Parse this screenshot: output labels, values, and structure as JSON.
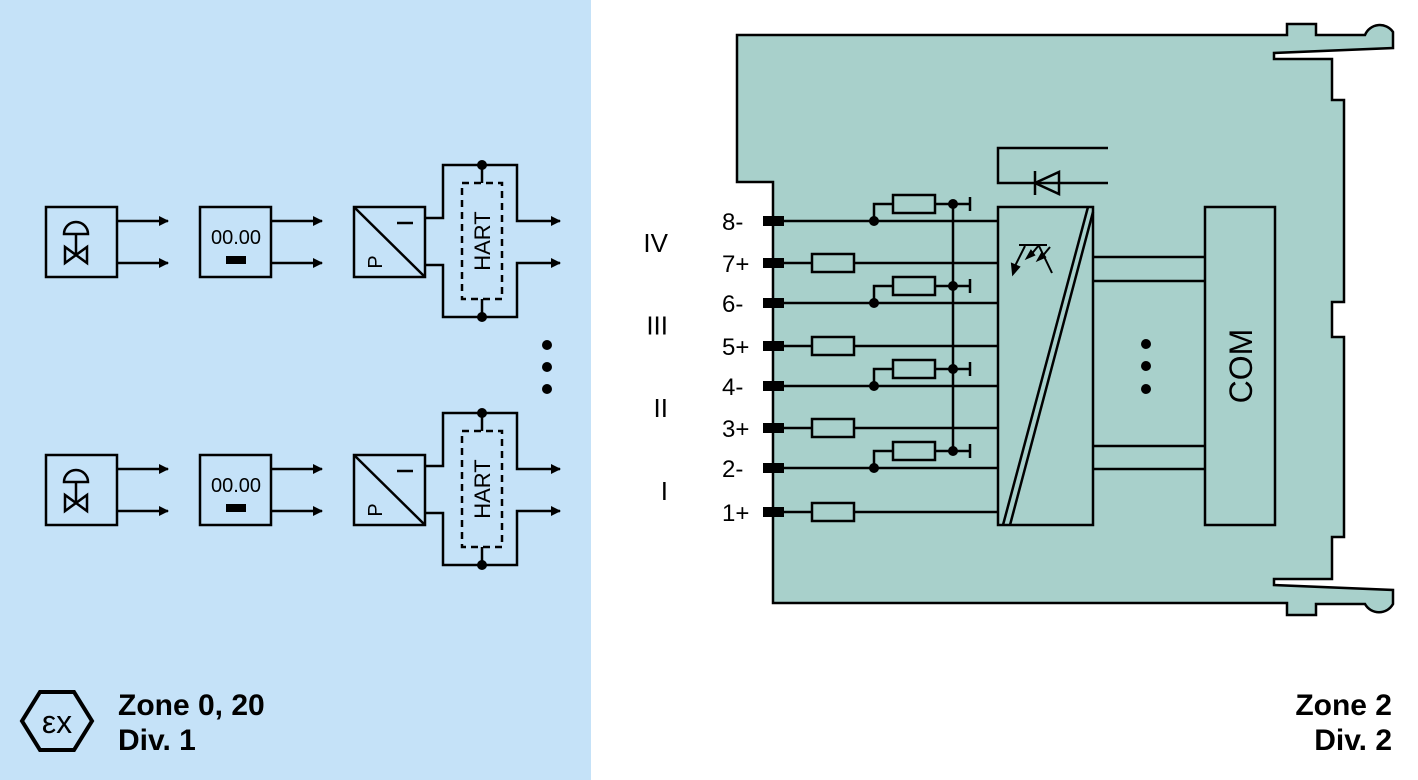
{
  "colors": {
    "hazardous_area": "#c5e2f8",
    "module_body": "#a8d0cb",
    "line": "#000000"
  },
  "hazardous_area": {
    "symbol": "ex-hexagon-icon",
    "symbol_text": "εx",
    "zone_line1": "Zone 0, 20",
    "zone_line2": "Div. 1",
    "field_devices": [
      {
        "type": "valve-icon"
      },
      {
        "type": "display-icon",
        "display_value": "00.00"
      },
      {
        "type": "transmitter-icon",
        "label_p": "P",
        "label_i": "I",
        "hart_label": "HART"
      }
    ],
    "continuation": "vertical-ellipsis"
  },
  "safe_area": {
    "zone_line1": "Zone 2",
    "zone_line2": "Div. 2",
    "com_label": "COM",
    "channels": [
      {
        "group": "IV",
        "neg": "8-",
        "pos": "7+"
      },
      {
        "group": "III",
        "neg": "6-",
        "pos": "5+"
      },
      {
        "group": "II",
        "neg": "4-",
        "pos": "3+"
      },
      {
        "group": "I",
        "neg": "2-",
        "pos": "1+"
      }
    ]
  }
}
